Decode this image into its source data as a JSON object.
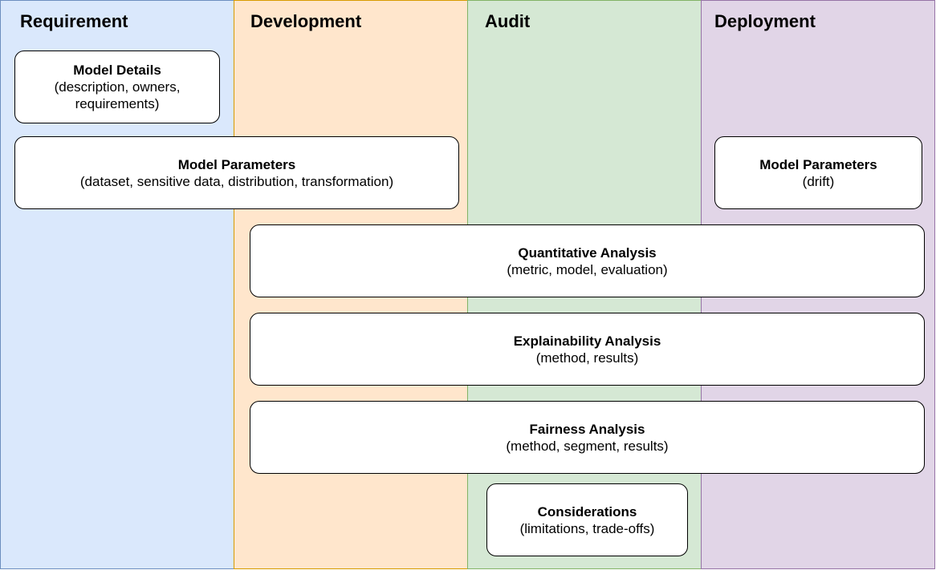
{
  "lanes": [
    {
      "label": "Requirement",
      "fill": "#dae8fc",
      "stroke": "#6c8ebf"
    },
    {
      "label": "Development",
      "fill": "#ffe6cc",
      "stroke": "#d79b00"
    },
    {
      "label": "Audit",
      "fill": "#d5e8d4",
      "stroke": "#82b366"
    },
    {
      "label": "Deployment",
      "fill": "#e1d5e7",
      "stroke": "#9673a6"
    }
  ],
  "boxes": {
    "model_details": {
      "title": "Model Details",
      "subtitle": "(description, owners,\nrequirements)"
    },
    "model_parameters_req": {
      "title": "Model Parameters",
      "subtitle": "(dataset, sensitive data, distribution, transformation)"
    },
    "model_parameters_dep": {
      "title": "Model Parameters",
      "subtitle": "(drift)"
    },
    "quantitative_analysis": {
      "title": "Quantitative Analysis",
      "subtitle": "(metric, model, evaluation)"
    },
    "explainability_analysis": {
      "title": "Explainability Analysis",
      "subtitle": "(method, results)"
    },
    "fairness_analysis": {
      "title": "Fairness Analysis",
      "subtitle": "(method, segment, results)"
    },
    "considerations": {
      "title": "Considerations",
      "subtitle": "(limitations, trade-offs)"
    }
  }
}
